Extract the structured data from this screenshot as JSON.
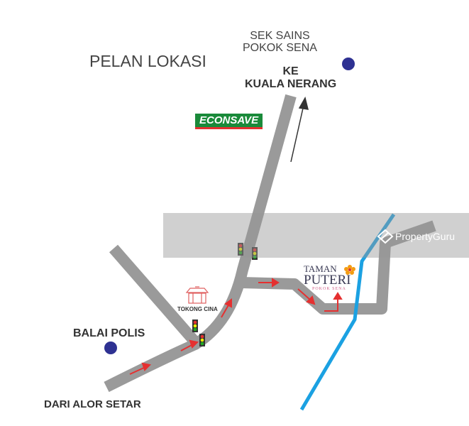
{
  "title": "PELAN LOKASI",
  "labels": {
    "school": [
      "SEK SAINS",
      "POKOK SENA"
    ],
    "destination": [
      "KE",
      "KUALA NERANG"
    ],
    "police": "BALAI POLIS",
    "origin": "DARI ALOR SETAR",
    "temple": "TOKONG CINA"
  },
  "econsave": {
    "name": "ECONSAVE",
    "color": "#1a8a3a"
  },
  "development": {
    "line1": "TAMAN",
    "line2": "PUTERI",
    "line3": "POKOK SENA"
  },
  "watermark": "PropertyGuru",
  "colors": {
    "road": "#9a9a9a",
    "river": "#1ba1e2",
    "arrow": "#e53030",
    "marker": "#2e3192"
  }
}
